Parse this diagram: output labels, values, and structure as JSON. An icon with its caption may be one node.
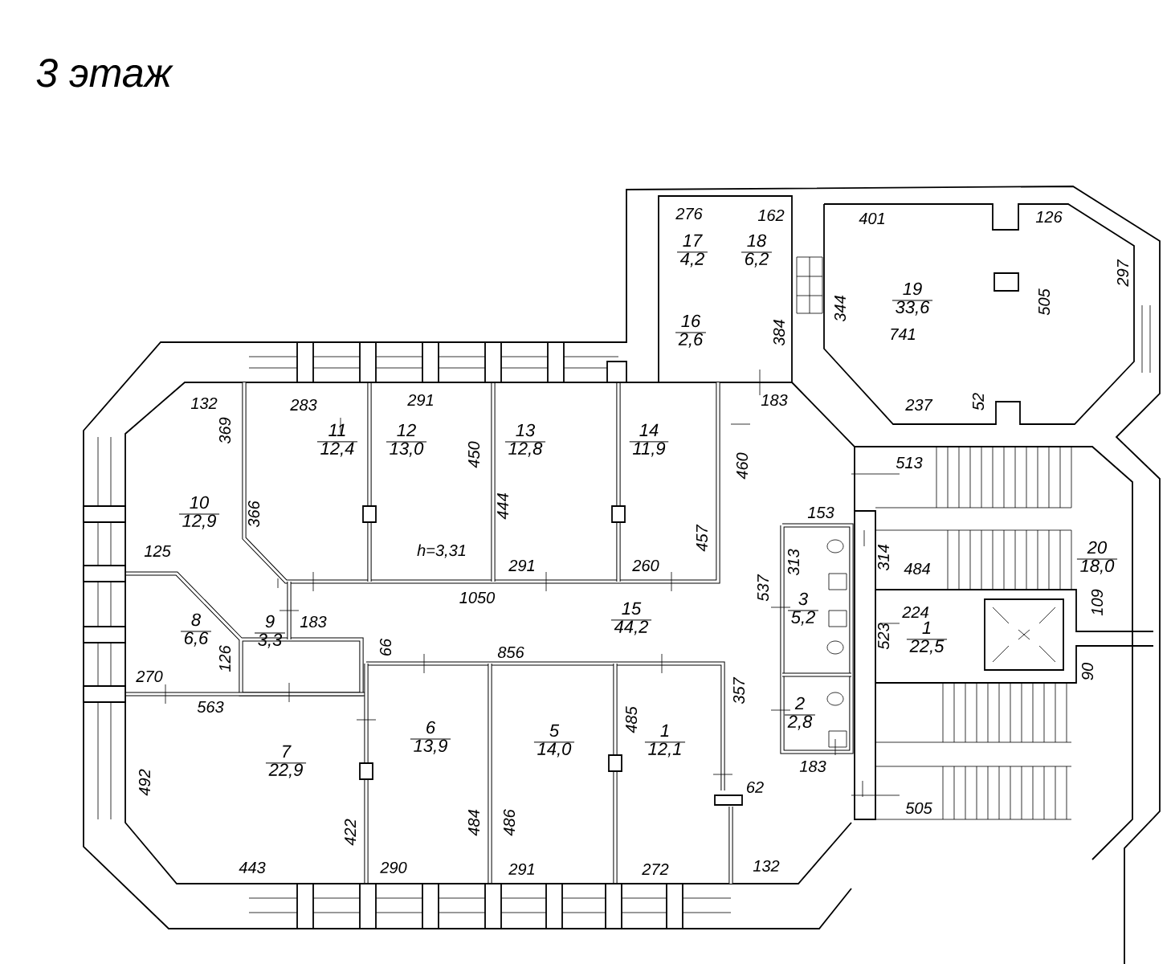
{
  "diagram": {
    "title": "3 этаж",
    "nodes": [
      {
        "text": [
          "17",
          "4,2"
        ]
      },
      {
        "text": [
          "18",
          "6,2"
        ]
      },
      {
        "text": [
          "19",
          "33,6"
        ],
        "beside": [
          "741"
        ]
      },
      {
        "text": [
          "16",
          "2,6"
        ]
      },
      {
        "text": [
          "11",
          "12,4"
        ]
      },
      {
        "text": [
          "12",
          "13,0"
        ]
      },
      {
        "text": [
          "13",
          "12,8"
        ]
      },
      {
        "text": [
          "14",
          "11,9"
        ]
      },
      {
        "text": [
          "10",
          "12,9"
        ]
      },
      {
        "text": [
          "20",
          "18,0"
        ]
      },
      {
        "text": [
          "3",
          "5,2"
        ]
      },
      {
        "text": [
          "15",
          "44,2"
        ]
      },
      {
        "text": [
          "1",
          "22,5"
        ]
      },
      {
        "text": [
          "8",
          "6,6"
        ]
      },
      {
        "text": [
          "9",
          "3,3"
        ]
      },
      {
        "text": [
          "2",
          "2,8"
        ]
      },
      {
        "text": [
          "6",
          "13,9"
        ]
      },
      {
        "text": [
          "5",
          "14,0"
        ]
      },
      {
        "text": [
          "1",
          "12,1"
        ]
      },
      {
        "text": [
          "7",
          "22,9"
        ]
      }
    ],
    "labels": [
      "276",
      "162",
      "401",
      "126",
      "297",
      "344",
      "505",
      "384",
      "183",
      "237",
      "52",
      "132",
      "283",
      "291",
      "369",
      "450",
      "460",
      "513",
      "366",
      "444",
      "457",
      "153",
      "125",
      "h=3,31",
      "291",
      "260",
      "313",
      "314",
      "484",
      "537",
      "1050",
      "109",
      "224",
      "183",
      "126",
      "66",
      "523",
      "856",
      "90",
      "270",
      "357",
      "563",
      "485",
      "183",
      "492",
      "62",
      "505",
      "422",
      "484",
      "486",
      "443",
      "290",
      "291",
      "272",
      "132"
    ]
  }
}
